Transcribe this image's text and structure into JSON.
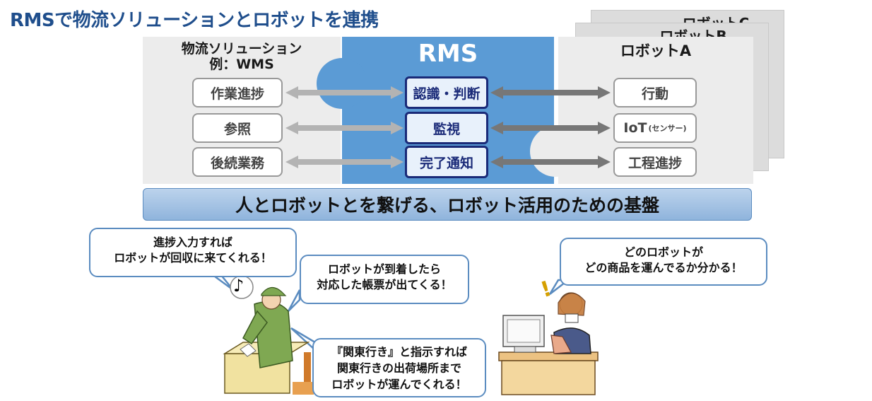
{
  "title": "RMSで物流ソリューションとロボットを連携",
  "left_panel": {
    "heading_line1": "物流ソリューション",
    "heading_line2": "例：WMS",
    "items": [
      "作業進捗",
      "参照",
      "後続業務"
    ]
  },
  "center_panel": {
    "heading": "RMS",
    "items": [
      "認識・判断",
      "監視",
      "完了通知"
    ]
  },
  "right_panel": {
    "stack_labels": [
      "ロボットC",
      "ロボットB"
    ],
    "heading": "ロボットA",
    "items": [
      "行動",
      "IoT",
      "工程進捗"
    ],
    "iot_note": "(センサー)"
  },
  "banner": "人とロボットとを繋げる、ロボット活用のための基盤",
  "bubbles": {
    "worker_1": [
      "進捗入力すれば",
      "ロボットが回収に来てくれる！"
    ],
    "worker_2": [
      "ロボットが到着したら",
      "対応した帳票が出てくる！"
    ],
    "worker_3": [
      "『関東行き』と指示すれば",
      "関東行きの出荷場所まで",
      "ロボットが運んでくれる！"
    ],
    "office": [
      "どのロボットが",
      "どの商品を運んでるか分かる！"
    ]
  },
  "music_note": "♪",
  "exclamation": "!",
  "colors": {
    "title": "#1f4e8c",
    "rms_panel": "#5b9bd5",
    "center_box_border": "#1a2a78",
    "bubble_border": "#5b8cc0",
    "banner": "#a9c6e6"
  }
}
